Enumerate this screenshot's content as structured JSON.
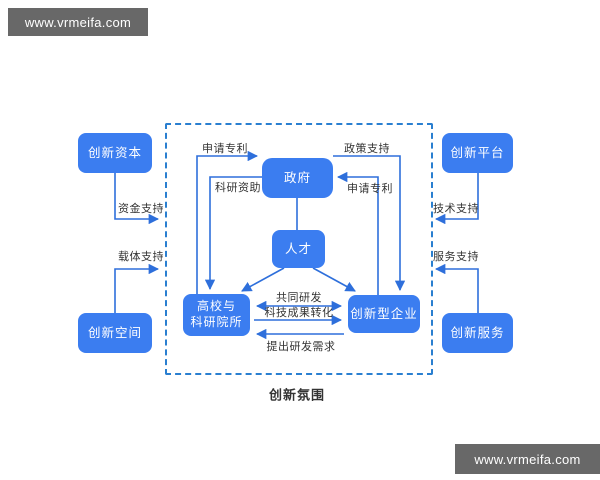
{
  "watermark": {
    "text": "www.vrmeifa.com"
  },
  "diagram": {
    "region_label": "创新氛围",
    "nodes": {
      "capital": "创新资本",
      "space": "创新空间",
      "platform": "创新平台",
      "service": "创新服务",
      "government": "政府",
      "talent": "人才",
      "university_line1": "高校与",
      "university_line2": "科研院所",
      "enterprise": "创新型企业"
    },
    "edges": {
      "apply_patent_left": "申请专利",
      "research_funding": "科研资助",
      "policy_support": "政策支持",
      "apply_patent_right": "申请专利",
      "funding_support": "资金支持",
      "carrier_support": "载体支持",
      "tech_support": "技术支持",
      "service_support": "服务支持",
      "joint_rd": "共同研发",
      "achievement_transfer": "科技成果转化",
      "rd_demand": "提出研发需求"
    }
  },
  "colors": {
    "node_blue": "#3b7df0",
    "line_blue": "#2e6fdb",
    "dash_blue": "#2a7fd0",
    "watermark_bg": "#686868",
    "label_text": "#333333"
  }
}
